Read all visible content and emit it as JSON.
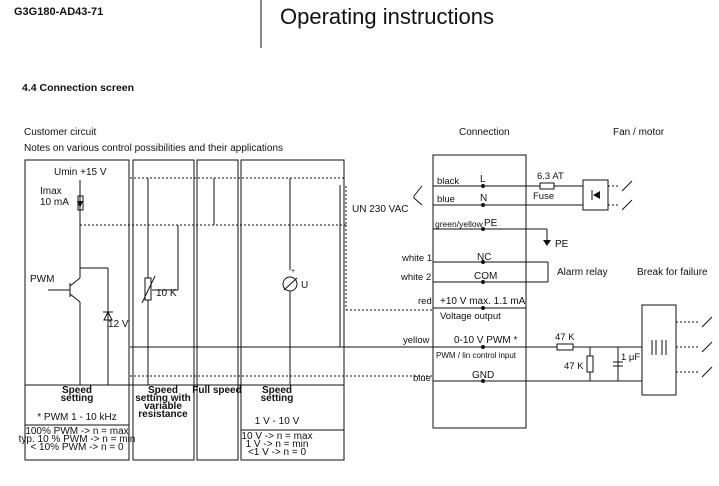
{
  "header": {
    "doc_code": "G3G180-AD43-71",
    "title": "Operating instructions"
  },
  "section": {
    "heading": "4.4 Connection screen"
  },
  "columns": {
    "customer": "Customer circuit",
    "connection": "Connection",
    "fan": "Fan / motor"
  },
  "notes": "Notes on various control possibilities and their applications",
  "customer_circuit": {
    "umin": "Umin +15 V",
    "imax_line1": "Imax",
    "imax_line2": "10 mA",
    "pwm": "PWM",
    "zener": "12 V",
    "pot": "10 K",
    "voltmeter": "U"
  },
  "captions": {
    "col1": {
      "title1": "Speed",
      "title2": "setting",
      "pwm_freq": "* PWM 1 - 10 kHz",
      "l1": "100% PWM -> n = max",
      "l2": "typ. 10 % PWM -> n = min",
      "l3": "< 10% PWM -> n = 0"
    },
    "col2": {
      "l1": "Speed",
      "l2": "setting with",
      "l3": "variable",
      "l4": "resistance"
    },
    "col3": {
      "l1": "Full speed"
    },
    "col4": {
      "title1": "Speed",
      "title2": "setting",
      "range": "1 V - 10 V",
      "l1": "10 V -> n = max",
      "l2": "1 V -> n = min",
      "l3": "<1 V -> n = 0"
    }
  },
  "terminals": {
    "l": {
      "wire": "black",
      "label": "L"
    },
    "n": {
      "wire": "blue",
      "label": "N"
    },
    "pe": {
      "wire": "green/yellow",
      "label": "PE"
    },
    "nc": {
      "wire": "white 1",
      "label": "NC"
    },
    "com": {
      "wire": "white 2",
      "label": "COM"
    },
    "ten_v": {
      "wire": "red",
      "label": "+10 V max. 1.1 mA",
      "sub": "Voltage output"
    },
    "ctrl": {
      "wire": "yellow",
      "label": "0-10 V PWM *",
      "sub": "PWM / lin control input"
    },
    "gnd": {
      "wire": "blue",
      "label": "GND"
    }
  },
  "right_side": {
    "mains": "UN 230 VAC",
    "fuse_rating": "6.3 AT",
    "fuse": "Fuse",
    "pe_out": "PE",
    "alarm": "Alarm relay",
    "break": "Break for failure",
    "r1": "47 K",
    "r2": "47 K",
    "cap": "1 μF"
  }
}
